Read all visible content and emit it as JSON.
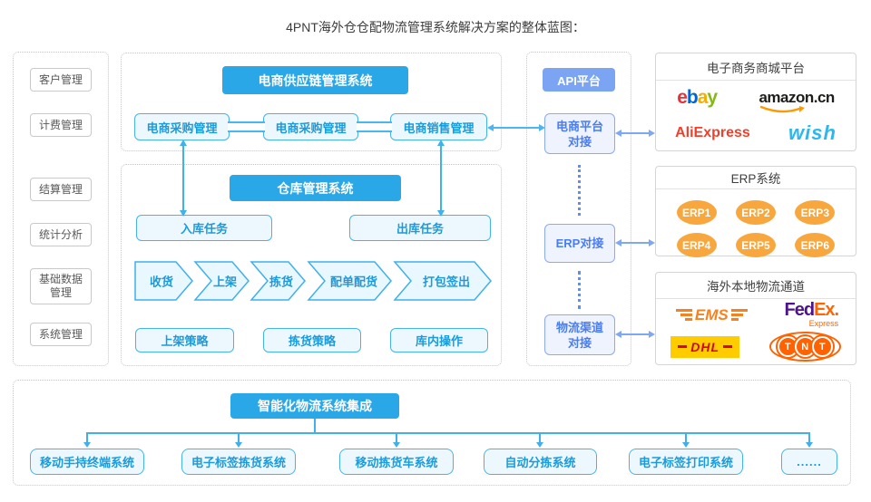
{
  "title": "4PNT海外仓仓配物流管理系统解决方案的整体蓝图：",
  "sidebar": {
    "items": [
      "客户管理",
      "计费管理",
      "结算管理",
      "统计分析",
      "基础数据管理",
      "系统管理"
    ]
  },
  "supply_chain": {
    "header": "电商供应链管理系统",
    "purchase1": "电商采购管理",
    "purchase2": "电商采购管理",
    "sales": "电商销售管理"
  },
  "warehouse": {
    "header": "仓库管理系统",
    "inbound": "入库任务",
    "outbound": "出库任务",
    "process": [
      "收货",
      "上架",
      "拣货",
      "配单配货",
      "打包签出"
    ],
    "strategies": [
      "上架策略",
      "拣货策略",
      "库内操作"
    ]
  },
  "api_platform": {
    "header": "API平台",
    "ecommerce_link": "电商平台对接",
    "erp_link": "ERP对接",
    "logistics_link": "物流渠道对接"
  },
  "partners": {
    "ecommerce": {
      "title": "电子商务商城平台",
      "ebay": "ebay",
      "amazon": "amazon.cn",
      "aliexpress": "AliExpress",
      "wish": "wish"
    },
    "erp": {
      "title": "ERP系统",
      "items": [
        "ERP1",
        "ERP2",
        "ERP3",
        "ERP4",
        "ERP5",
        "ERP6"
      ]
    },
    "logistics": {
      "title": "海外本地物流通道",
      "ems": "EMS",
      "fedex_fed": "Fed",
      "fedex_ex": "Ex",
      "fedex_sub": "Express",
      "dhl": "DHL",
      "tnt": "TNT"
    }
  },
  "integration": {
    "header": "智能化物流系统集成",
    "systems": [
      "移动手持终端系统",
      "电子标签拣货系统",
      "移动拣货车系统",
      "自动分拣系统",
      "电子标签打印系统",
      "......"
    ]
  },
  "colors": {
    "primary_blue": "#2aa7e6",
    "light_blue_fill": "#ecf8fe",
    "box_border": "#45b3ec",
    "box_text": "#1a9bdc",
    "api_accent": "#7ba4f2",
    "erp_orange": "#f7a73d",
    "ebay_letters": [
      "#e53238",
      "#0064d2",
      "#f5af02",
      "#86b817"
    ],
    "amazon_black": "#1d1d1b",
    "amazon_smile": "#ff9900",
    "aliexpress": "#f0402a",
    "wish": "#2fb7ec",
    "ems": "#f58220",
    "fedex_purple": "#4d148c",
    "fedex_orange": "#ff6600",
    "dhl_yellow": "#ffcc00",
    "dhl_red": "#d40511",
    "tnt": "#ff6200"
  }
}
